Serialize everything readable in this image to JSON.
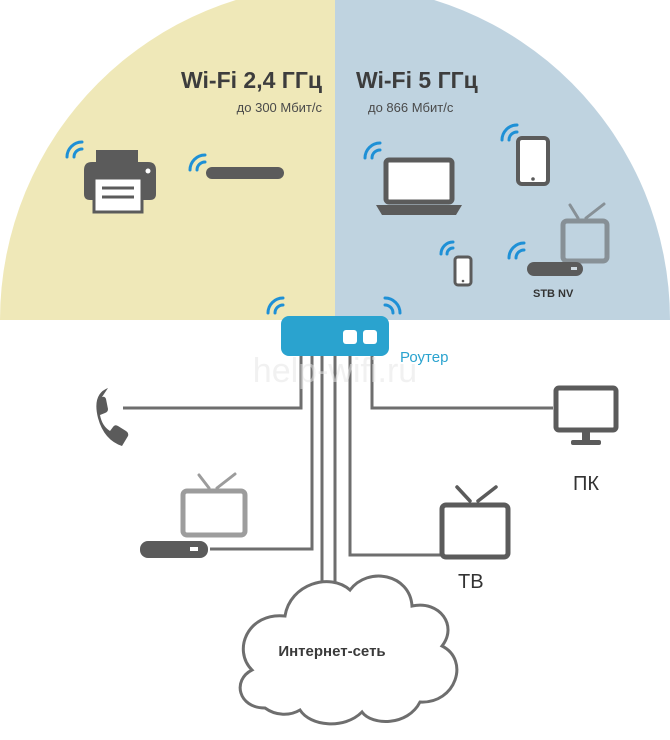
{
  "bands": {
    "left": {
      "title": "Wi-Fi 2,4 ГГц",
      "speed": "до 300 Мбит/с",
      "color": "#efe8b8"
    },
    "right": {
      "title": "Wi-Fi 5 ГГц",
      "speed": "до 866 Мбит/с",
      "color": "#bfd3e0"
    }
  },
  "labels": {
    "router": "Роутер",
    "stb": "STB NV",
    "pc": "ПК",
    "tv": "ТВ",
    "internet": "Интернет-сеть"
  },
  "watermark": "help-wifi.ru",
  "colors": {
    "wifi_signal": "#1e90d6",
    "device_gray": "#5b5b5b",
    "router_blue": "#2aa3cf",
    "cable": "#6e6e6e"
  },
  "icons": [
    "printer-icon",
    "media-box-icon",
    "laptop-icon",
    "tablet-icon",
    "tv-icon",
    "smartphone-icon",
    "set-top-box-icon",
    "router-icon",
    "phone-icon",
    "monitor-icon",
    "cloud-icon",
    "wifi-signal-icon"
  ]
}
